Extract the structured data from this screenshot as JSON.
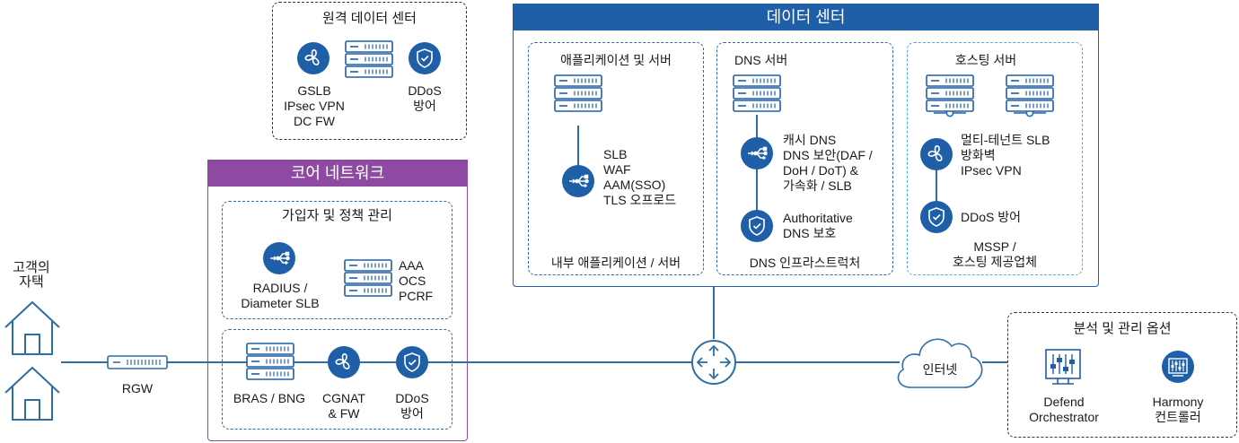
{
  "customer": {
    "label_line1": "고객의",
    "label_line2": "자택"
  },
  "rgw": {
    "label": "RGW"
  },
  "remote_dc": {
    "title": "원격 데이터 센터",
    "gslb_lines": [
      "GSLB",
      "IPsec VPN",
      "DC FW"
    ],
    "ddos_lines": [
      "DDoS",
      "방어"
    ]
  },
  "core_network": {
    "title": "코어 네트워크",
    "policy_box_title": "가입자 및 정책 관리",
    "radius_lines": [
      "RADIUS /",
      "Diameter SLB"
    ],
    "aaa_lines": [
      "AAA",
      "OCS",
      "PCRF"
    ],
    "bras_label": "BRAS / BNG",
    "cgnat_lines": [
      "CGNAT",
      "& FW"
    ],
    "ddos_lines": [
      "DDoS",
      "방어"
    ]
  },
  "data_center": {
    "title": "데이터 센터",
    "app_box": {
      "title": "애플리케이션 및 서버",
      "features": [
        "SLB",
        "WAF",
        "AAM(SSO)",
        "TLS 오프로드"
      ],
      "footer": "내부 애플리케이션 / 서버"
    },
    "dns_box": {
      "title": "DNS 서버",
      "features": [
        "캐시 DNS",
        "DNS 보안(DAF /",
        "DoH / DoT) &",
        "가속화 / SLB"
      ],
      "auth_lines": [
        "Authoritative",
        "DNS 보호"
      ],
      "footer": "DNS 인프라스트럭처"
    },
    "hosting_box": {
      "title": "호스팅 서버",
      "features": [
        "멀티-테넌트 SLB",
        "방화벽",
        "IPsec VPN"
      ],
      "ddos_label": "DDoS 방어",
      "footer_lines": [
        "MSSP /",
        "호스팅 제공업체"
      ]
    }
  },
  "internet": {
    "label": "인터넷"
  },
  "analytics": {
    "title": "분석 및 관리 옵션",
    "defend_lines": [
      "Defend",
      "Orchestrator"
    ],
    "harmony_lines": [
      "Harmony",
      "컨트롤러"
    ]
  },
  "colors": {
    "blue": "#1f5fa8",
    "purple": "#8e4aa3",
    "line": "#2e6ea6",
    "teal": "#4bb3d2"
  }
}
